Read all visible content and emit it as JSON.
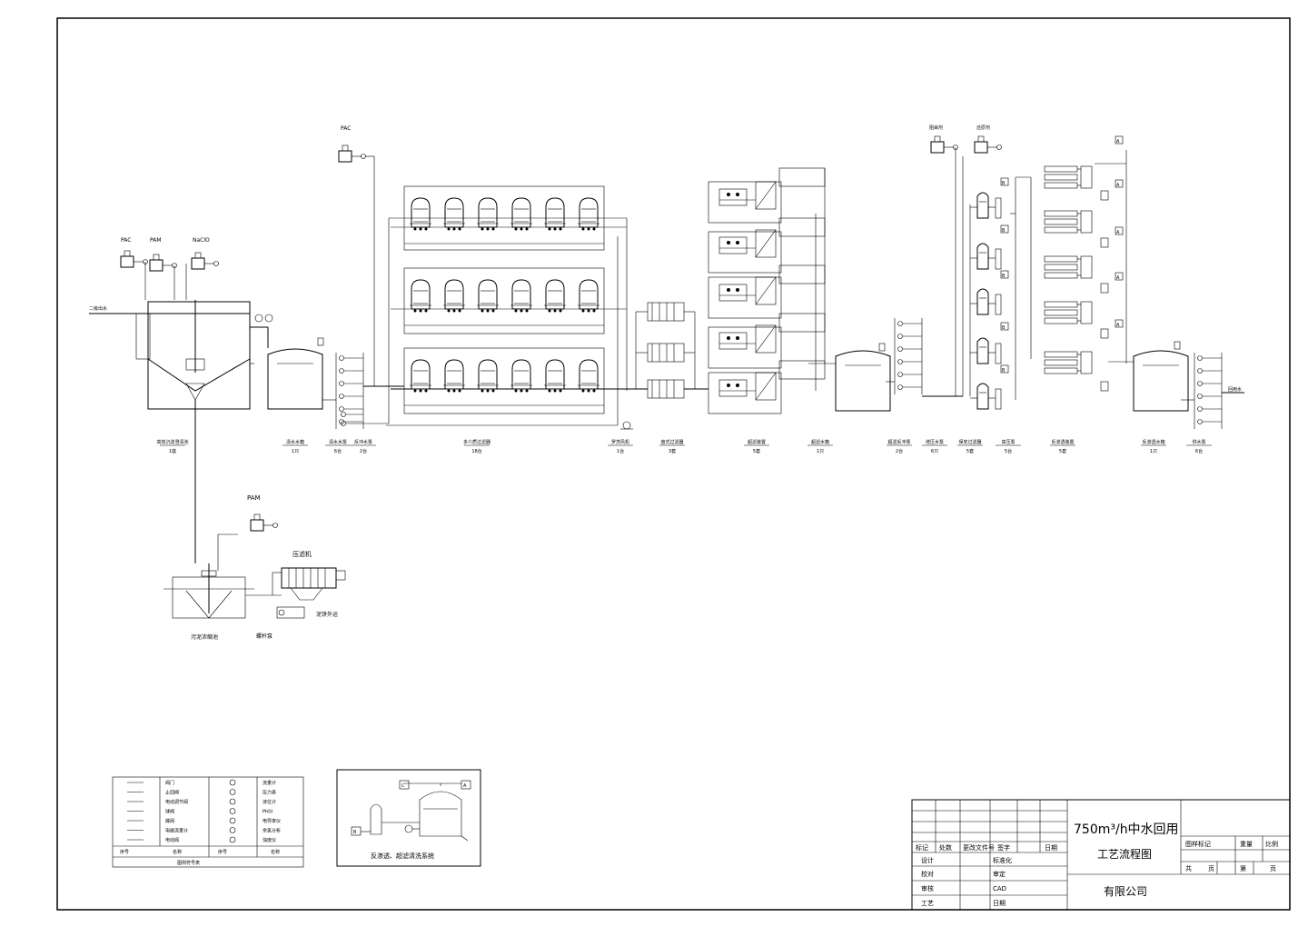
{
  "drawing": {
    "title_line1": "750m³/h中水回用",
    "title_line2": "工艺流程图",
    "company": "有限公司"
  },
  "chemicals": {
    "pac_top": "PAC",
    "pac": "PAC",
    "pam": "PAM",
    "naclo": "NaClO",
    "pam_sludge": "PAM",
    "ro_dose_1": "阻垢剂",
    "ro_dose_2": "还原剂"
  },
  "inlet_label": "二级出水",
  "outlet_label": "回用水",
  "equipment": [
    {
      "name": "高效沉淀澄清池",
      "qty": "1座"
    },
    {
      "name": "清水水箱",
      "qty": "1只"
    },
    {
      "name": "清水水泵",
      "qty": "6台"
    },
    {
      "name": "反冲水泵",
      "qty": "2台"
    },
    {
      "name": "多介质过滤器",
      "qty": "18台"
    },
    {
      "name": "罗茨风机",
      "qty": "1台"
    },
    {
      "name": "盘式过滤器",
      "qty": "3套"
    },
    {
      "name": "超滤装置",
      "qty": "5套"
    },
    {
      "name": "超滤水箱",
      "qty": "1只"
    },
    {
      "name": "超滤反冲泵",
      "qty": "2台"
    },
    {
      "name": "增压水泵",
      "qty": "6只"
    },
    {
      "name": "保安过滤器",
      "qty": "5套"
    },
    {
      "name": "高压泵",
      "qty": "5台"
    },
    {
      "name": "反渗透装置",
      "qty": "5套"
    },
    {
      "name": "反渗透水箱",
      "qty": "1只"
    },
    {
      "name": "供水泵",
      "qty": "6台"
    }
  ],
  "sludge": {
    "press": "压滤机",
    "thickener": "污泥浓缩池",
    "screw_pump": "螺杆泵",
    "cake": "泥饼外运"
  },
  "legend": {
    "rows": [
      [
        "阀门",
        "流量计"
      ],
      [
        "止回阀",
        "压力表"
      ],
      [
        "电动调节阀",
        "液位计"
      ],
      [
        "球阀",
        "PH计"
      ],
      [
        "蝶阀",
        "电导率仪"
      ],
      [
        "电磁流量计",
        "余氯分析"
      ],
      [
        "电动阀",
        "浊度仪"
      ]
    ],
    "head_no": "序号",
    "head_name": "名称",
    "caption": "图例符号表"
  },
  "cip_caption": "反渗透、超滤清洗系统",
  "markers": {
    "a": "A",
    "b": "B",
    "c": "C"
  },
  "title_block": {
    "rev_headers": [
      "标记",
      "处数",
      "更改文件号",
      "签字",
      "日期"
    ],
    "left_rows": [
      [
        "设计",
        "标准化"
      ],
      [
        "校对",
        "审定"
      ],
      [
        "审核",
        "CAD"
      ],
      [
        "工艺",
        "日期"
      ]
    ],
    "right_headers": [
      "图样标记",
      "重量",
      "比例"
    ],
    "sheet_total": "共",
    "sheet_unit": "页",
    "sheet_no": "第",
    "sheet_unit2": "页"
  }
}
